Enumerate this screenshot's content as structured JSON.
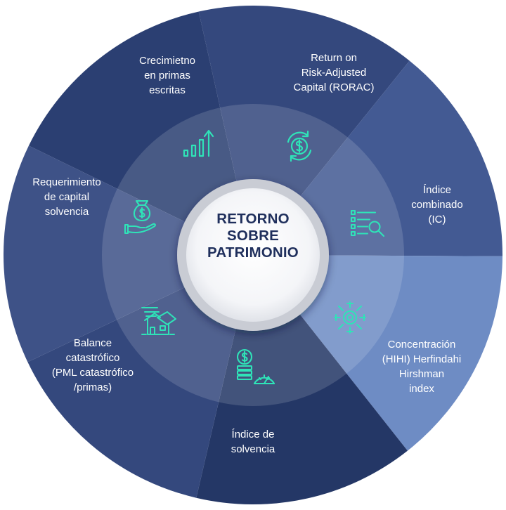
{
  "center": {
    "lines": [
      "RETORNO",
      "SOBRE",
      "PATRIMONIO"
    ]
  },
  "segments": [
    {
      "id": "crecimiento",
      "label": "Crecimietno\nen primas\nescritas",
      "icon": "growth-chart-icon",
      "color": "#2b3f72"
    },
    {
      "id": "rorac",
      "label": "Return on\nRisk-Adjusted\nCapital (RORAC)",
      "icon": "dollar-cycle-icon",
      "color": "#34487d"
    },
    {
      "id": "combinado",
      "label": "Índice\ncombinado\n(IC)",
      "icon": "list-search-icon",
      "color": "#435a93"
    },
    {
      "id": "concentracion",
      "label": "Concentración\n(HIHI) Herfindahi\nHirshman\nindex",
      "icon": "network-gear-icon",
      "color": "#6e8cc4"
    },
    {
      "id": "solvencia",
      "label": "Índice de\nsolvencia",
      "icon": "coins-gauge-icon",
      "color": "#243766"
    },
    {
      "id": "balance",
      "label": "Balance\ncatastrófico\n(PML catastrófico\n/primas)",
      "icon": "damaged-house-icon",
      "color": "#34487d"
    },
    {
      "id": "requerimiento",
      "label": "Requerimiento\nde capital\nsolvencia",
      "icon": "money-bag-hand-icon",
      "color": "#3e5287"
    }
  ],
  "colors": {
    "icon": "#2fe3b8",
    "center_text": "#1f2f5c",
    "background": "#ffffff"
  }
}
